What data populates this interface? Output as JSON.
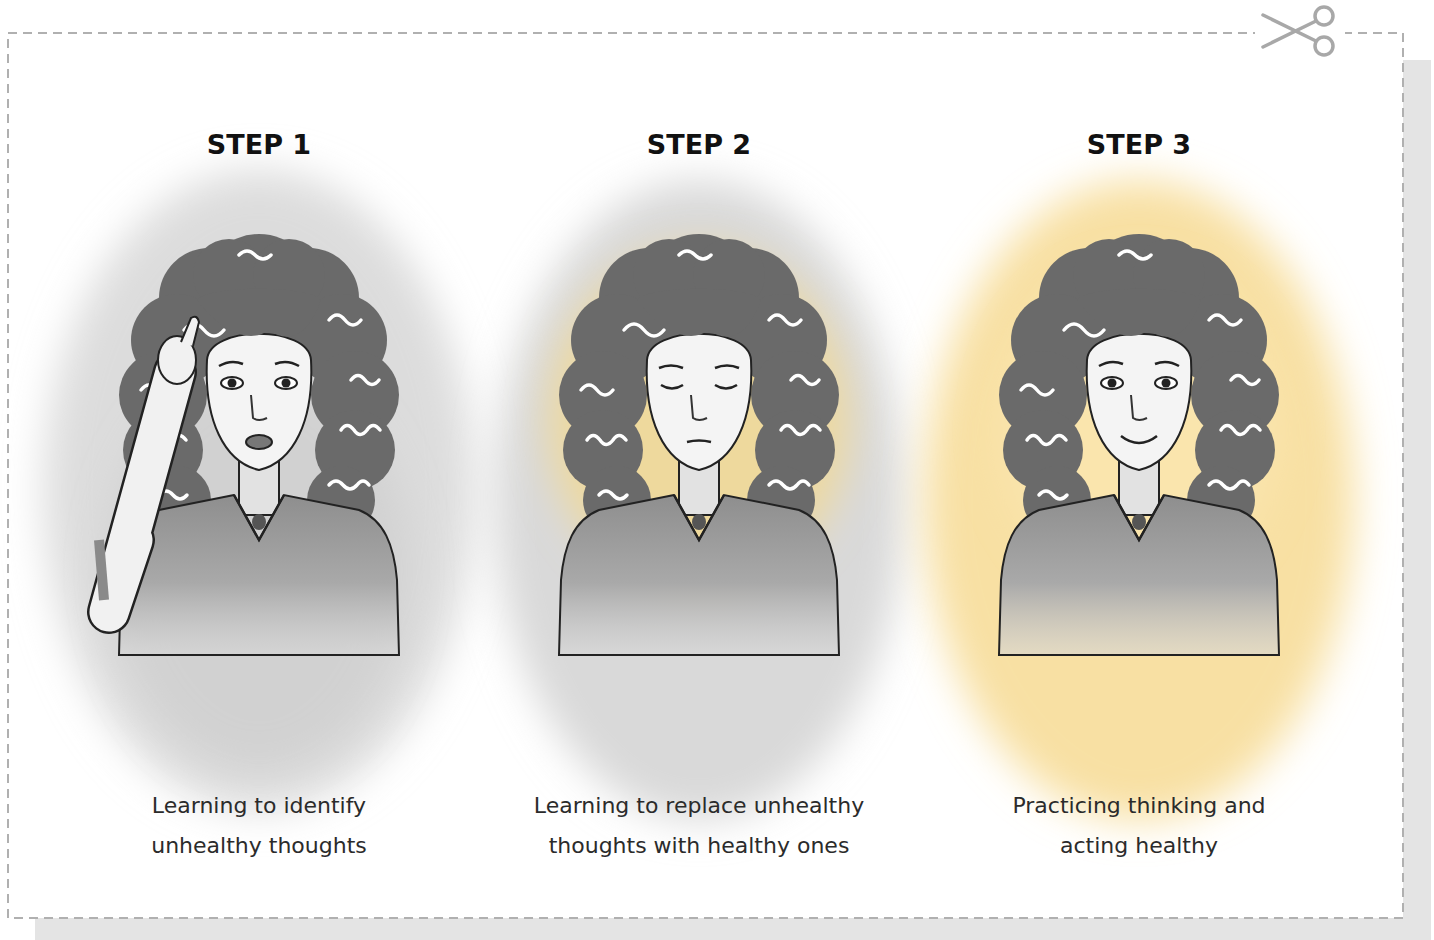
{
  "diagram": {
    "nodes": [
      {
        "text": [
          "STEP 1",
          "Learning to identify unhealthy thoughts"
        ]
      },
      {
        "text": [
          "STEP 2",
          "Learning to replace unhealthy thoughts with healthy ones"
        ]
      },
      {
        "text": [
          "STEP 3",
          "Practicing thinking and acting healthy"
        ]
      }
    ]
  }
}
